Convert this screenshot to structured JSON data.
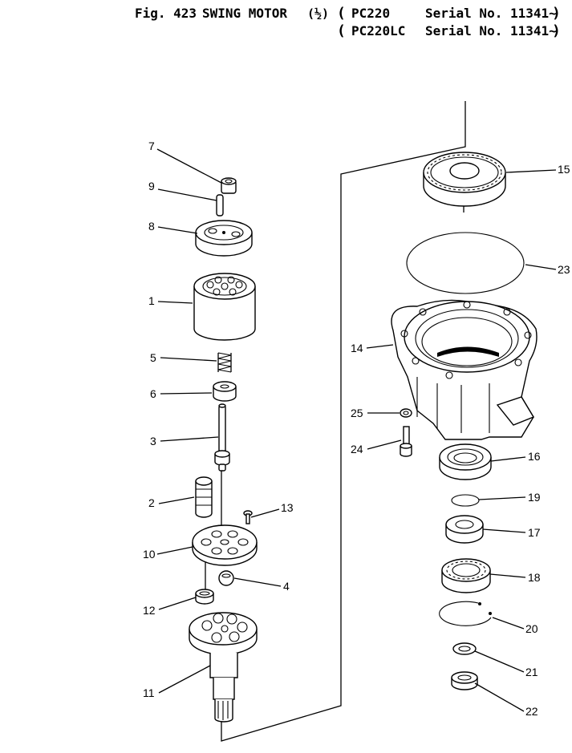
{
  "header": {
    "figure": "Fig. 423",
    "title": "SWING MOTOR",
    "part_fraction": "(½)",
    "models": [
      {
        "model": "PC220",
        "serial": "Serial No. 11341~"
      },
      {
        "model": "PC220LC",
        "serial": "Serial No. 11341~"
      }
    ]
  },
  "callouts": [
    "7",
    "9",
    "8",
    "1",
    "5",
    "6",
    "3",
    "2",
    "13",
    "10",
    "4",
    "12",
    "11",
    "15",
    "23",
    "14",
    "25",
    "24",
    "16",
    "19",
    "17",
    "18",
    "20",
    "21",
    "22"
  ]
}
